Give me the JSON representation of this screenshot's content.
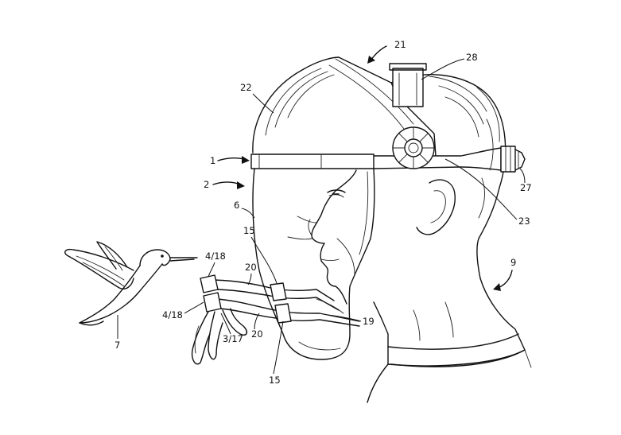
{
  "labels": {
    "l21": "21",
    "l28": "28",
    "l22": "22",
    "l1": "1",
    "l2": "2",
    "l27": "27",
    "l6": "6",
    "l23": "23",
    "l15a": "15",
    "l4_18a": "4/18",
    "l20a": "20",
    "l9": "9",
    "l4_18b": "4/18",
    "l19": "19",
    "l3_17": "3/17",
    "l20b": "20",
    "l7": "7",
    "l15b": "15"
  }
}
